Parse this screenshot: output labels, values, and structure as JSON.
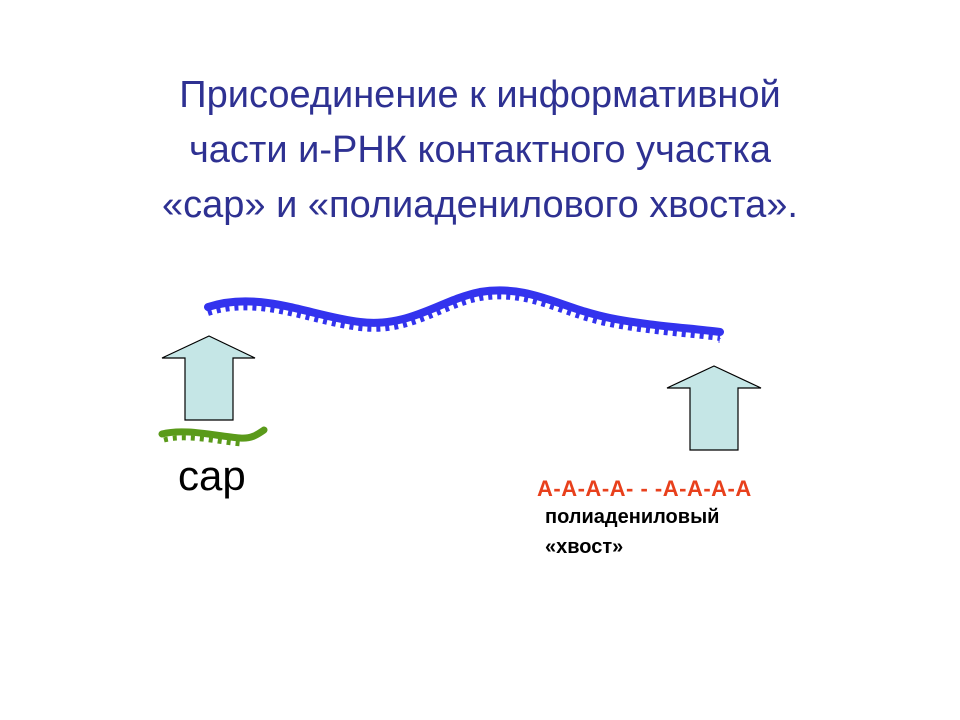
{
  "title": {
    "line1": "Присоединение к информативной",
    "line2": "части и-РНК контактного участка",
    "line3": "«cap» и «полиаденилового хвоста»."
  },
  "labels": {
    "cap": "cap",
    "polya_sequence": "A-A-A-A- - -A-A-A-A",
    "polya_name_line1": "полиадениловый",
    "polya_name_line2": "«хвост»"
  },
  "colors": {
    "title": "#2e3192",
    "mrna_strand": "#3333ee",
    "cap_strand": "#5a9a1a",
    "arrow_fill": "#c5e6e6",
    "polya_sequence": "#e8401c"
  }
}
